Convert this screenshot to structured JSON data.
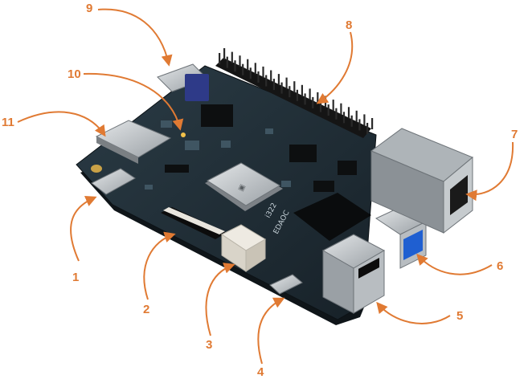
{
  "colors": {
    "callout": "#e07a33",
    "pcb": "#1e2b33",
    "pcb_edge": "#12191e",
    "metal": "#c9cdd1",
    "metal_dark": "#8e9498",
    "usb_blue": "#1f5fd1",
    "header_pin": "#2a2a2a",
    "white_connector": "#eeeae2"
  },
  "callouts": [
    {
      "id": "1",
      "label": "1",
      "target": "usb-c-power-port"
    },
    {
      "id": "2",
      "label": "2",
      "target": "ribbon-connector"
    },
    {
      "id": "3",
      "label": "3",
      "target": "white-jst-connector"
    },
    {
      "id": "4",
      "label": "4",
      "target": "micro-usb-port"
    },
    {
      "id": "5",
      "label": "5",
      "target": "usb2-port"
    },
    {
      "id": "6",
      "label": "6",
      "target": "usb3-port"
    },
    {
      "id": "7",
      "label": "7",
      "target": "ethernet-port"
    },
    {
      "id": "8",
      "label": "8",
      "target": "gpio-header"
    },
    {
      "id": "9",
      "label": "9",
      "target": "top-usb-c-port"
    },
    {
      "id": "10",
      "label": "10",
      "target": "onboard-led"
    },
    {
      "id": "11",
      "label": "11",
      "target": "sd-card-slot"
    }
  ],
  "board": {
    "chip_label_top": "i322",
    "chip_label_bottom": "EDAOC"
  }
}
